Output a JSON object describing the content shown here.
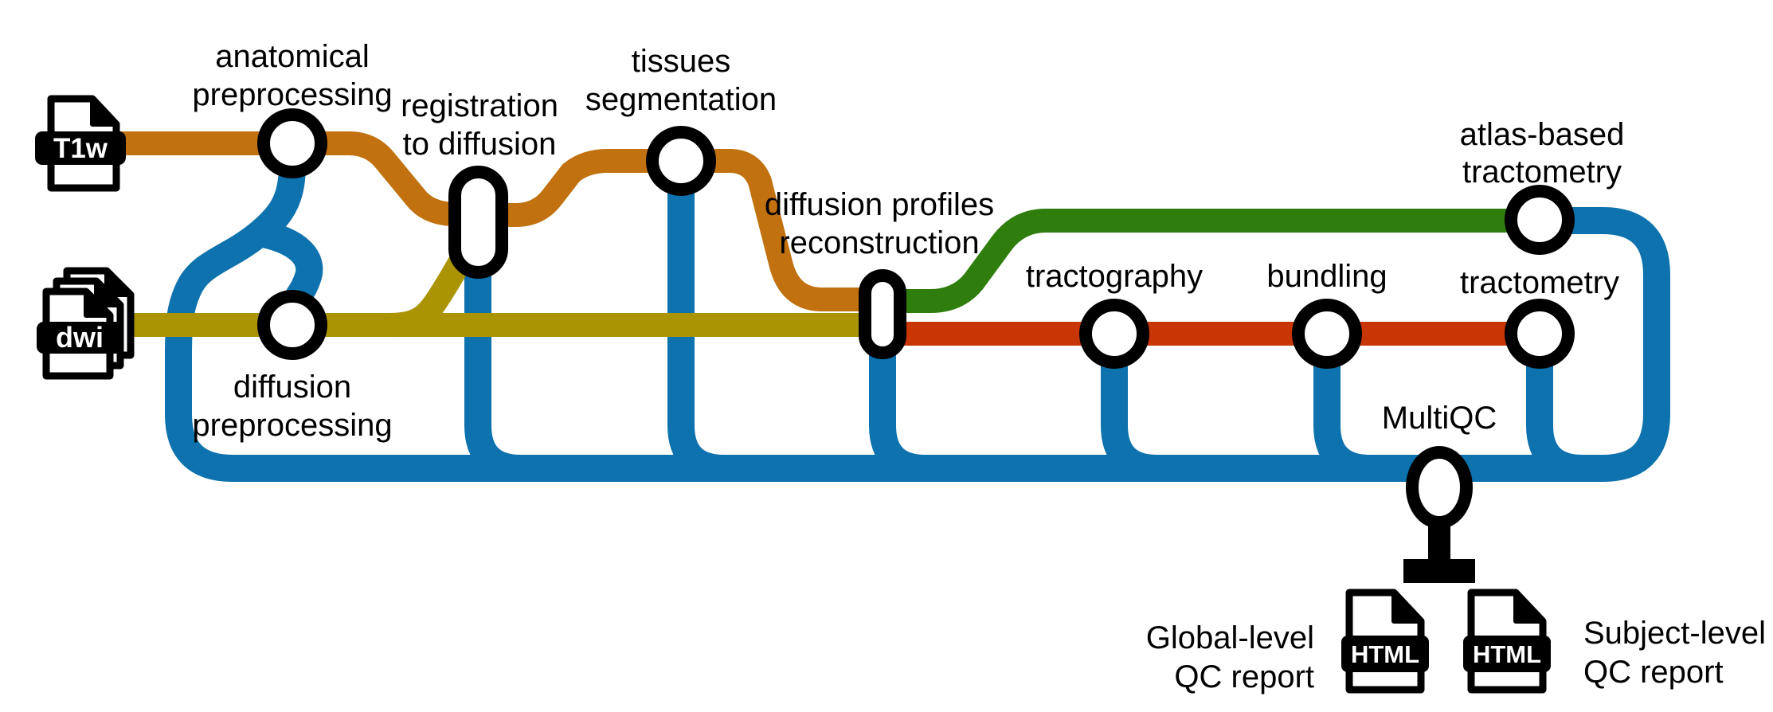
{
  "colors": {
    "blue": "#0d72ad",
    "orange": "#c1710f",
    "yellow": "#ab9404",
    "green": "#2e7d0d",
    "red": "#c83606",
    "black": "#000000"
  },
  "inputs": {
    "t1w_label": "T1w",
    "dwi_label": "dwi"
  },
  "stations": {
    "anatomical": {
      "line1": "anatomical",
      "line2": "preprocessing"
    },
    "registration": {
      "line1": "registration",
      "line2": "to diffusion"
    },
    "tissues": {
      "line1": "tissues",
      "line2": "segmentation"
    },
    "diffusion_preprocessing": {
      "line1": "diffusion",
      "line2": "preprocessing"
    },
    "profiles": {
      "line1": "diffusion profiles",
      "line2": "reconstruction"
    },
    "tractography": {
      "label": "tractography"
    },
    "bundling": {
      "label": "bundling"
    },
    "tractometry": {
      "label": "tractometry"
    },
    "atlas": {
      "line1": "atlas-based",
      "line2": "tractometry"
    },
    "multiqc": {
      "label": "MultiQC"
    }
  },
  "reports": {
    "file_type": "HTML",
    "global": {
      "line1": "Global-level",
      "line2": "QC report"
    },
    "subject": {
      "line1": "Subject-level",
      "line2": "QC report"
    }
  }
}
